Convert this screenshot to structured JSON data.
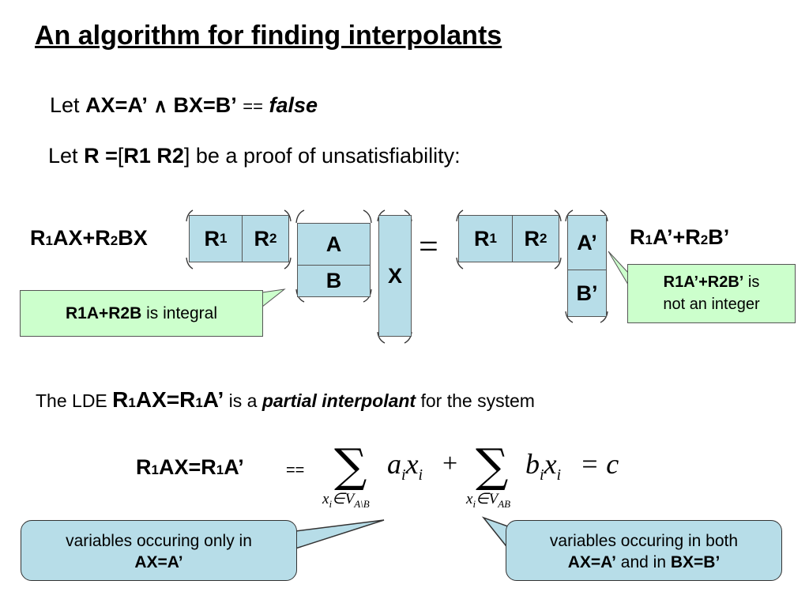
{
  "title": "An algorithm for finding interpolants",
  "line1": {
    "let": "Let",
    "expr": "AX=A’",
    "and": "∧",
    "expr2": "BX=B’",
    "eq": "==",
    "val": "false"
  },
  "line2": {
    "let": "Let",
    "r": "R =",
    "open": "[",
    "r12": "R1 R2",
    "rest": "] be a proof of unsatisfiability:"
  },
  "matrix": {
    "left_label": {
      "R1": "R",
      "s1": "1",
      "AX": "AX+R",
      "s2": "2",
      "BX": "BX"
    },
    "r1": "R",
    "r1s": "1",
    "r2": "R",
    "r2s": "2",
    "a": "A",
    "b": "B",
    "x": "X",
    "equals": "=",
    "ap": "A’",
    "bp": "B’",
    "right_label": {
      "R1": "R",
      "s1": "1",
      "A": "A’+R",
      "s2": "2",
      "B": "B’"
    }
  },
  "callout_integral": {
    "bold": "R1A+R2B",
    "rest": " is integral"
  },
  "callout_not_integer": {
    "bold": "R1A’+R2B’",
    "rest1": " is",
    "rest2": "not an integer"
  },
  "lde_line": {
    "pre": "The LDE ",
    "e1": "R",
    "s1": "1",
    "e2": "AX=R",
    "s2": "1",
    "e3": "A’",
    "mid": " is a ",
    "pi": "partial interpolant",
    "post": " for the system"
  },
  "formula": {
    "lhs1": "R",
    "s1": "1",
    "lhs2": "AX=R",
    "s2": "1",
    "lhs3": "A’",
    "eq": "==",
    "sum": "∑",
    "ax1": "a",
    "ax_i": "i",
    "ax2": "x",
    "ax_i2": "i",
    "plus": "+",
    "bx1": "b",
    "bx_i": "i",
    "bx2": "x",
    "bx_i2": "i",
    "eqc": "= c",
    "idx1_x": "x",
    "idx1_i": "i",
    "idx1_in": "∈V",
    "idx1_set": "A\\B",
    "idx2_x": "x",
    "idx2_i": "i",
    "idx2_in": "∈V",
    "idx2_set": "AB"
  },
  "callout_only": {
    "l1": "variables occuring only in",
    "l2": "AX=A’"
  },
  "callout_both": {
    "l1": "variables occuring in both",
    "l2a": "AX=A’",
    "l2b": " and in ",
    "l2c": "BX=B’"
  },
  "colors": {
    "cell": "#b7dde8",
    "green": "#ccffcc"
  }
}
